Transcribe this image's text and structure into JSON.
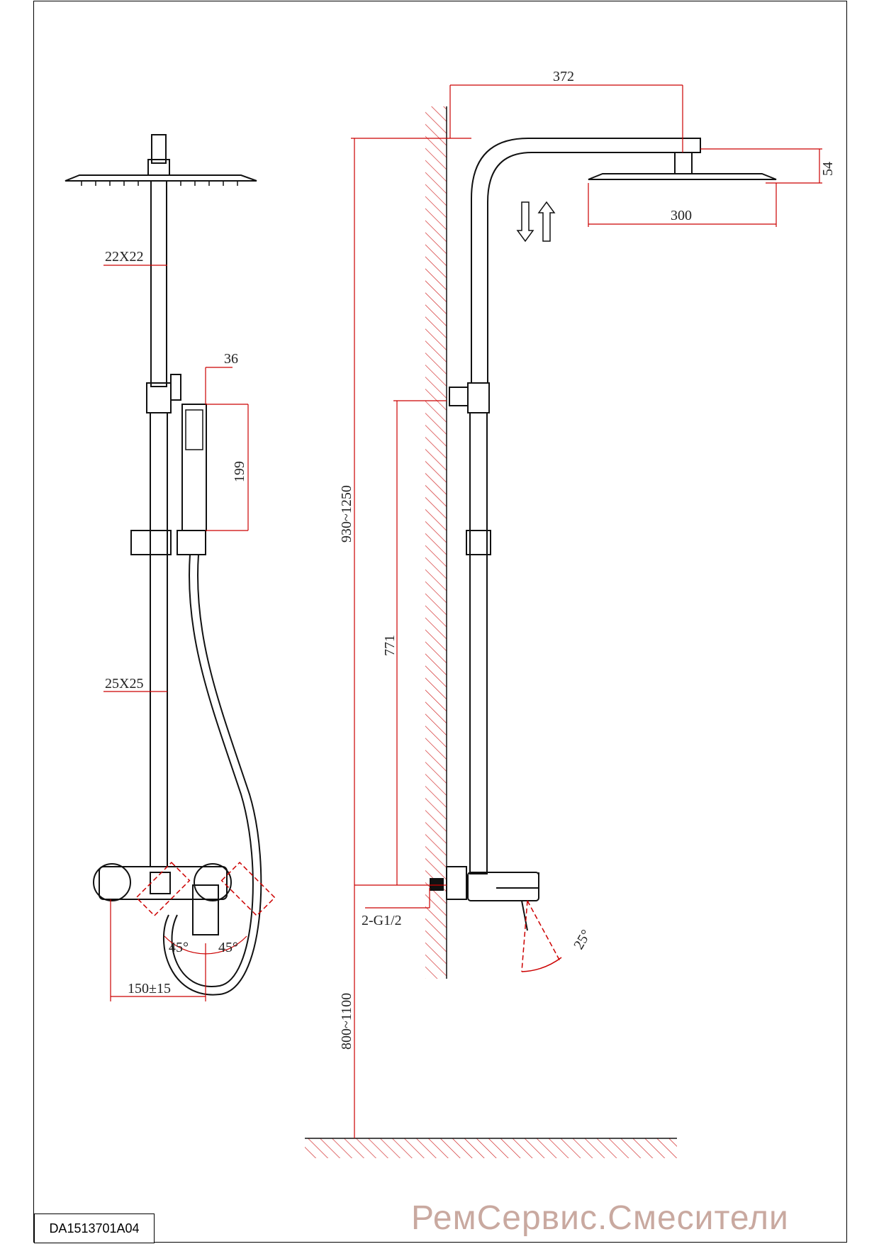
{
  "drawing_code": "DA1513701A04",
  "watermark": "РемСервис.Смесители",
  "dimensions": {
    "overhead_pipe": "22X22",
    "main_pipe": "25X25",
    "handshower_width": "36",
    "handshower_length": "199",
    "outlet_spacing": "150±15",
    "handle_angle_left": "45°",
    "handle_angle_right": "45°",
    "arm_reach": "372",
    "showerhead_height": "54",
    "showerhead_width": "300",
    "total_height": "930~1250",
    "holder_height": "771",
    "connection": "2-G1/2",
    "spout_angle": "25°",
    "mount_height": "800~1100"
  },
  "colors": {
    "line": "#111111",
    "dimension": "#cc0000",
    "hatch": "#d02020"
  }
}
